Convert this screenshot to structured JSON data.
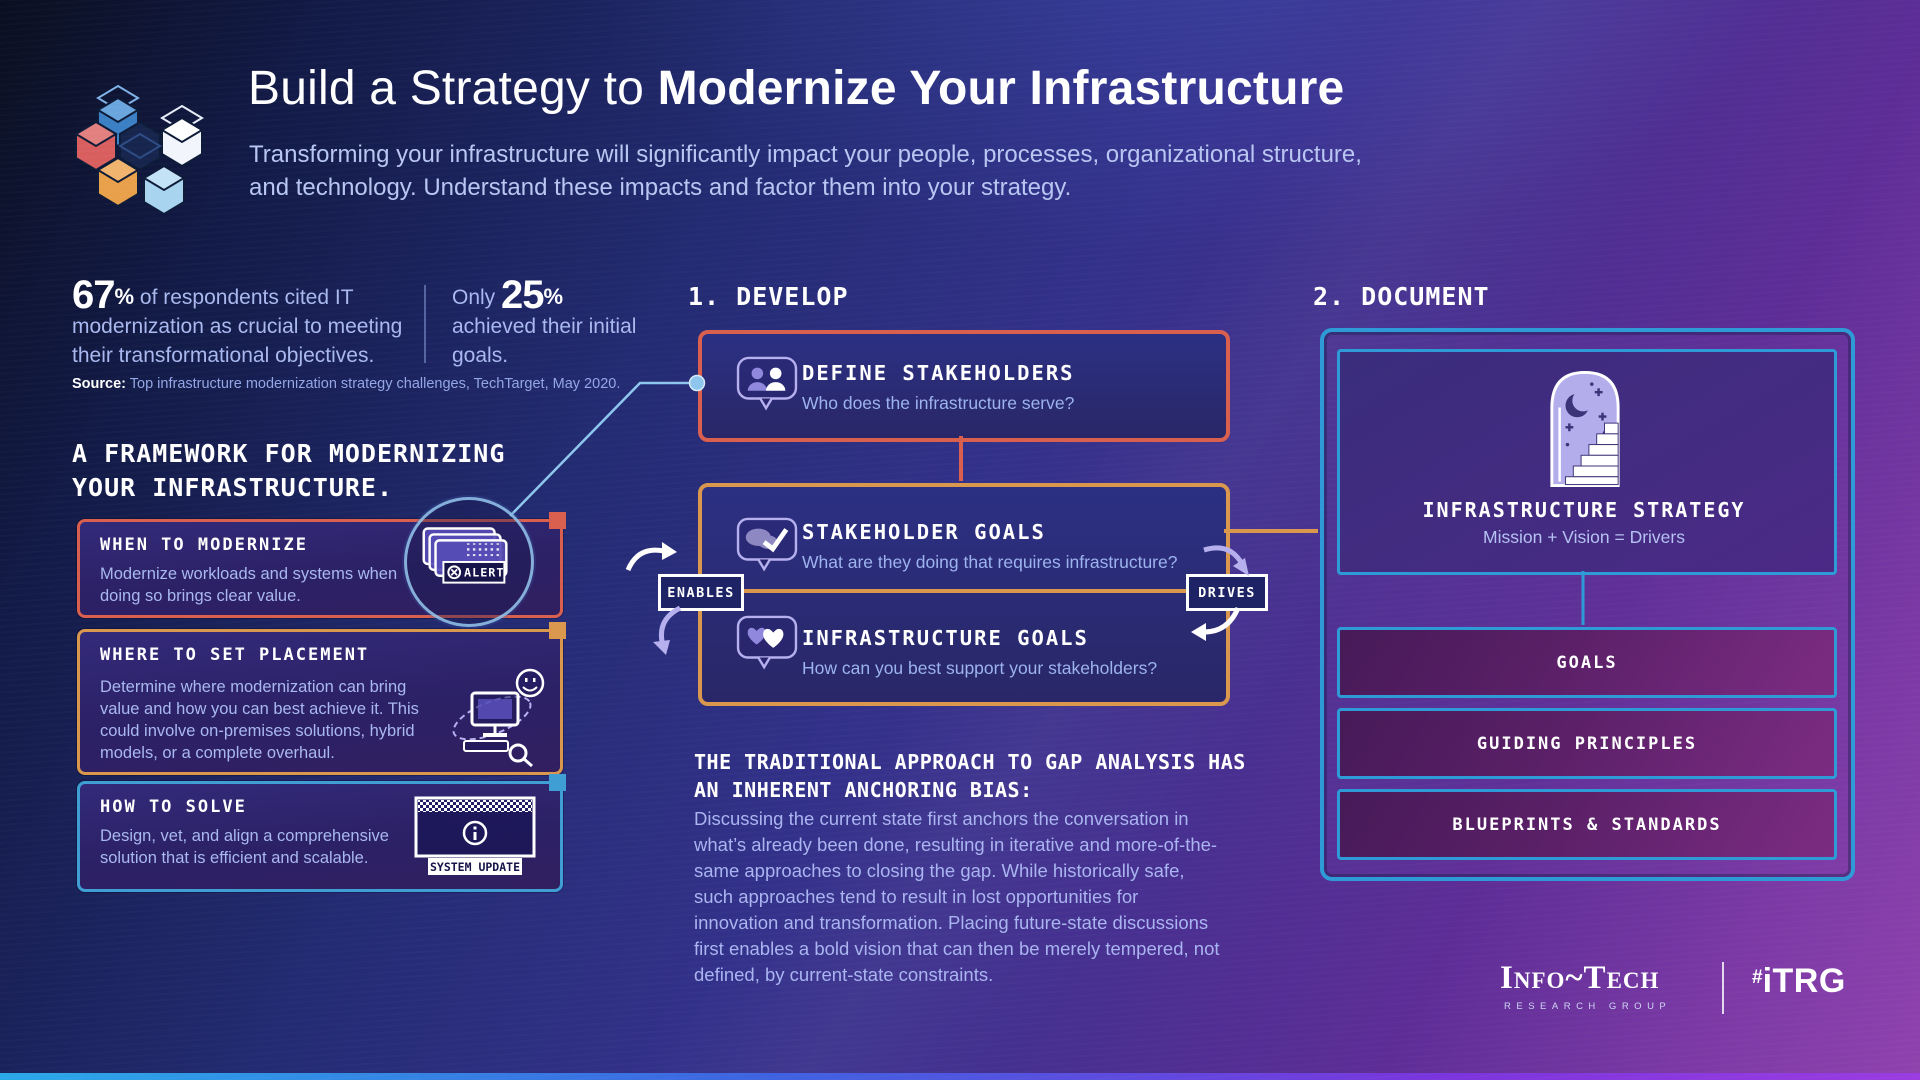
{
  "header": {
    "title_light": "Build a Strategy to ",
    "title_bold": "Modernize Your Infrastructure",
    "subtitle": "Transforming your infrastructure will significantly impact your people, processes, organizational structure, and technology. Understand these impacts and factor them into your strategy."
  },
  "stats": {
    "stat1_value": "67",
    "stat1_pct": "%",
    "stat1_text": " of respondents cited IT modernization as crucial to meeting their transformational objectives.",
    "stat2_prefix": "Only ",
    "stat2_value": "25",
    "stat2_pct": "%",
    "stat2_text": " achieved their initial goals.",
    "source_label": "Source:",
    "source_text": " Top infrastructure modernization strategy challenges, TechTarget, May 2020."
  },
  "framework": {
    "heading": "A FRAMEWORK FOR MODERNIZING YOUR INFRASTRUCTURE.",
    "cards": [
      {
        "title": "WHEN TO MODERNIZE",
        "body": "Modernize workloads and systems when doing so brings clear value.",
        "icon_label": "ALERT"
      },
      {
        "title": "WHERE TO SET PLACEMENT",
        "body": "Determine where modernization can bring value and how you can best achieve it. This could involve on-premises solutions, hybrid models, or a complete overhaul."
      },
      {
        "title": "HOW TO SOLVE",
        "body": "Design, vet, and align a comprehensive solution that is efficient and scalable.",
        "icon_label": "SYSTEM UPDATE"
      }
    ]
  },
  "develop": {
    "heading": "1. DEVELOP",
    "define": {
      "title": "DEFINE STAKEHOLDERS",
      "subtitle": "Who does the infrastructure serve?"
    },
    "stakeholder": {
      "title": "STAKEHOLDER GOALS",
      "subtitle": "What are they doing that requires infrastructure?"
    },
    "infrastructure": {
      "title": "INFRASTRUCTURE GOALS",
      "subtitle": "How can you best support your stakeholders?"
    },
    "enables_label": "ENABLES",
    "drives_label": "DRIVES",
    "bias_heading": "THE TRADITIONAL APPROACH TO GAP ANALYSIS HAS AN INHERENT ANCHORING BIAS:",
    "bias_text": "Discussing the current state first anchors the conversation in what’s already been done, resulting in iterative and more-of-the-same approaches to closing the gap. While historically safe, such approaches tend to result in lost opportunities for innovation and transformation. Placing future-state discussions first enables a bold vision that can then be merely tempered, not defined, by current-state constraints."
  },
  "document": {
    "heading": "2. DOCUMENT",
    "strategy": {
      "title": "INFRASTRUCTURE STRATEGY",
      "subtitle": "Mission + Vision = Drivers"
    },
    "items": [
      {
        "label": "GOALS"
      },
      {
        "label": "GUIDING PRINCIPLES"
      },
      {
        "label": "BLUEPRINTS & STANDARDS"
      }
    ]
  },
  "footer": {
    "brand_name": "Info~Tech",
    "brand_sub": "RESEARCH GROUP",
    "brand_hash": "#",
    "brand_tag": "iTRG"
  },
  "colors": {
    "accent_red": "#d9604f",
    "accent_orange": "#d9984e",
    "accent_blue": "#2e9bd6",
    "connector_light_blue": "#8fc6ee",
    "body_text": "#a9b8ee",
    "bar_gradient_left": "#2aa9e8",
    "bar_gradient_right": "#9a3ce0"
  }
}
